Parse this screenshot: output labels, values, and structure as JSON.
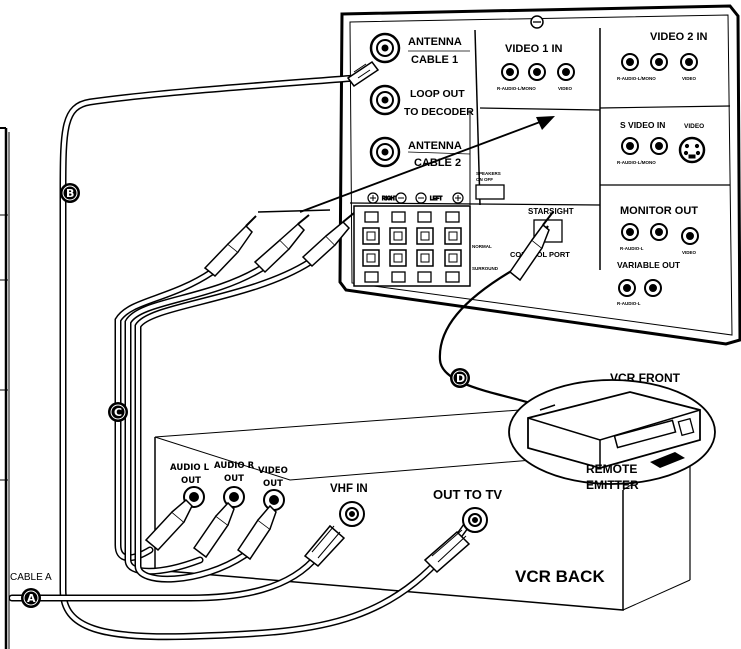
{
  "tv_panel": {
    "antenna_cable_1": [
      "ANTENNA",
      "CABLE 1"
    ],
    "loop_out": [
      "LOOP OUT",
      "TO DECODER"
    ],
    "antenna_cable_2": [
      "ANTENNA",
      "CABLE 2"
    ],
    "video_1_in": "VIDEO 1 IN",
    "video_2_in": "VIDEO 2 IN",
    "s_video_in": "S VIDEO IN",
    "video_small": "VIDEO",
    "audio_sub": "R-AUDIO-L/MONO",
    "speakers": [
      "SPEAKERS",
      "ON   OFF"
    ],
    "starsight": "STARSIGHT",
    "control_port": "CONTROL PORT",
    "monitor_out": "MONITOR OUT",
    "monitor_sub": "R-AUDIO-L",
    "variable_out": "VARIABLE OUT",
    "variable_sub": "R-AUDIO-L",
    "normal": "NORMAL",
    "surround": "SURROUND"
  },
  "vcr": {
    "front_label": "VCR FRONT",
    "back_label": "VCR BACK",
    "remote_emitter": [
      "REMOTE",
      "EMITTER"
    ],
    "audio_l_out": [
      "AUDIO L",
      "OUT"
    ],
    "audio_r_out": [
      "AUDIO R",
      "OUT"
    ],
    "video_out": [
      "VIDEO",
      "OUT"
    ],
    "vhf_in": "VHF IN",
    "out_to_tv": "OUT TO TV"
  },
  "cables": {
    "cable_a_label": "CABLE A",
    "badges": [
      "A",
      "B",
      "C",
      "D"
    ]
  }
}
